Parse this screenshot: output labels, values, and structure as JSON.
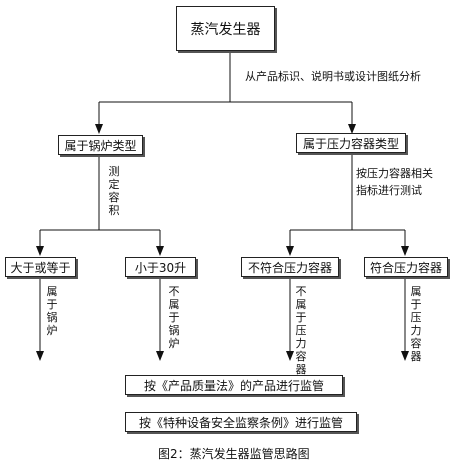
{
  "nodes": {
    "root": "蒸汽发生器",
    "boiler_type": "属于锅炉类型",
    "pressure_vessel_type": "属于压力容器类型",
    "ge30": "大于或等于",
    "lt30": "小于30升",
    "not_pv": "不符合压力容器",
    "is_pv": "符合压力容器",
    "law_box": "按《产品质量法》的产品进行监管",
    "reg_box": "按《特种设备安全监察条例》进行监管"
  },
  "annotations": {
    "analysis": "从产品标识、说明书或设计图纸分析",
    "measure_volume": "测定容积",
    "pv_test_line1": "按压力容器相关",
    "pv_test_line2": "指标进行测试",
    "is_boiler": "属于锅炉",
    "not_boiler": "不属于锅炉",
    "not_pv_vertical": "不属于压力容器",
    "is_pv_vertical": "属于压力容器"
  },
  "caption": "图2：蒸汽发生器监管思路图"
}
